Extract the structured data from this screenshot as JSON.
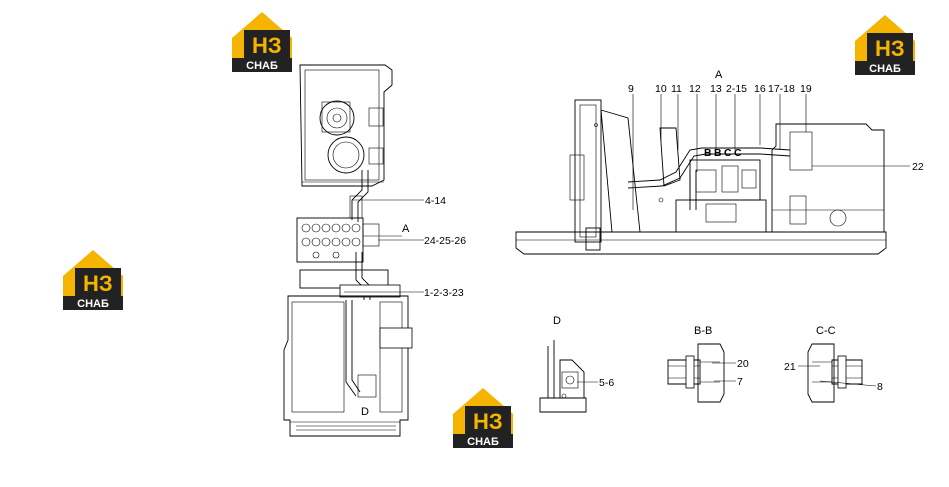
{
  "colors": {
    "logo_yellow": "#f4b400",
    "logo_dark": "#222222",
    "line": "#000000"
  },
  "logo": {
    "mark": "НЗ",
    "word": "СНАБ"
  },
  "views": {
    "A": "A",
    "B_B": "B-B",
    "C_C": "C-C",
    "D": "D"
  },
  "left_view": {
    "callouts": [
      "4-14",
      "24-25-26",
      "1-2-3-23"
    ],
    "section_A": "A",
    "section_D": "D"
  },
  "top_view": {
    "callouts": [
      "9",
      "10",
      "11",
      "12",
      "13",
      "2-15",
      "16",
      "17-18",
      "19",
      "22"
    ],
    "marks": [
      "B",
      "B",
      "C",
      "C"
    ]
  },
  "detail_D": {
    "callouts": [
      "5-6"
    ]
  },
  "detail_BB": {
    "callouts": [
      "20",
      "7"
    ]
  },
  "detail_CC": {
    "callouts": [
      "21",
      "8"
    ]
  }
}
